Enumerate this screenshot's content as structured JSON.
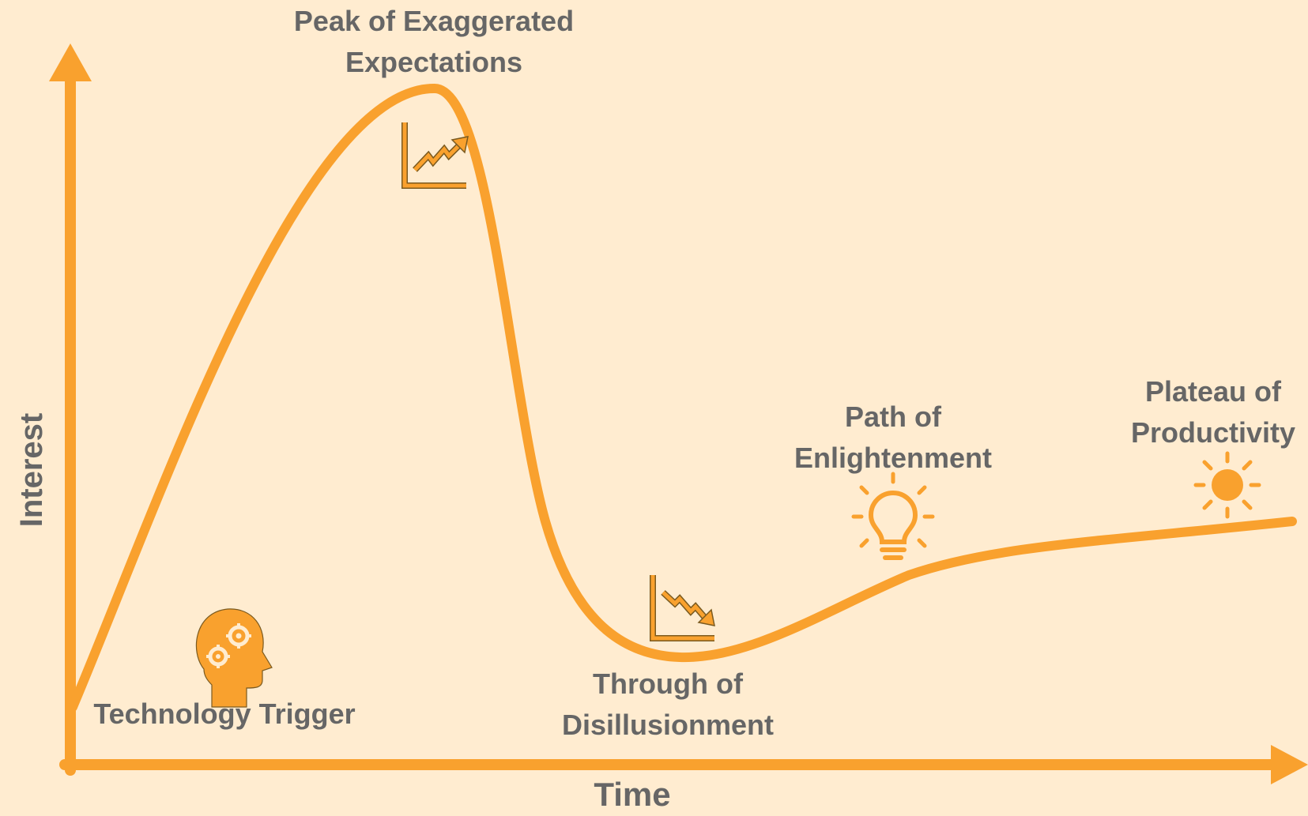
{
  "diagram": {
    "title": "",
    "colors": {
      "background": "#FFECD0",
      "curve": "#F9A12E",
      "label_text": "#666666"
    },
    "axes": {
      "x_label": "Time",
      "y_label": "Interest"
    },
    "phases": [
      {
        "label": "Technology Trigger",
        "icon": "head-gears-icon"
      },
      {
        "label_line1": "Peak of Exaggerated",
        "label_line2": "Expectations",
        "icon": "chart-trending-up-icon"
      },
      {
        "label_line1": "Through of",
        "label_line2": "Disillusionment",
        "icon": "chart-trending-down-icon"
      },
      {
        "label_line1": "Path of",
        "label_line2": "Enlightenment",
        "icon": "lightbulb-icon"
      },
      {
        "label_line1": "Plateau of",
        "label_line2": "Productivity",
        "icon": "sun-icon"
      }
    ]
  }
}
